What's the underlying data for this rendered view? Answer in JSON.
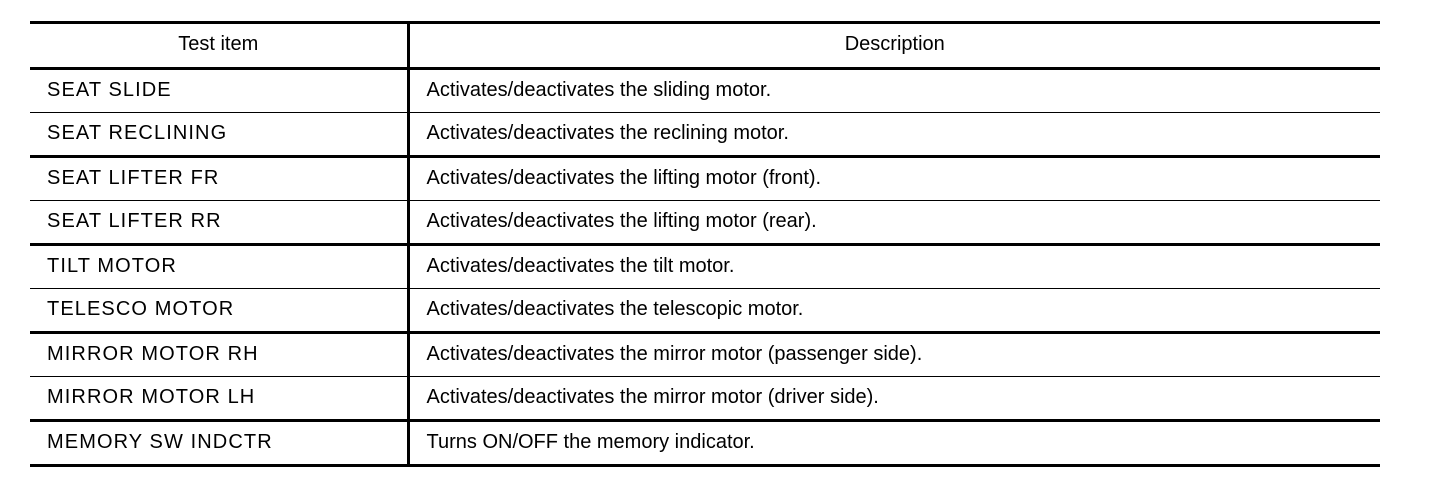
{
  "table": {
    "headers": {
      "item": "Test item",
      "description": "Description"
    },
    "rows": [
      {
        "item": "SEAT  SLIDE",
        "description": "Activates/deactivates the sliding motor.",
        "separator": "thin"
      },
      {
        "item": "SEAT  RECLINING",
        "description": "Activates/deactivates the reclining motor.",
        "separator": "thick"
      },
      {
        "item": "SEAT  LIFTER  FR",
        "description": "Activates/deactivates the lifting motor (front).",
        "separator": "thin"
      },
      {
        "item": "SEAT  LIFTER  RR",
        "description": "Activates/deactivates the lifting motor (rear).",
        "separator": "thick"
      },
      {
        "item": "TILT  MOTOR",
        "description": "Activates/deactivates the tilt motor.",
        "separator": "thin"
      },
      {
        "item": "TELESCO  MOTOR",
        "description": "Activates/deactivates the telescopic motor.",
        "separator": "thick"
      },
      {
        "item": "MIRROR  MOTOR  RH",
        "description": "Activates/deactivates the mirror motor (passenger side).",
        "separator": "thin"
      },
      {
        "item": "MIRROR  MOTOR  LH",
        "description": "Activates/deactivates the mirror motor (driver side).",
        "separator": "thick"
      },
      {
        "item": "MEMORY  SW  INDCTR",
        "description": "Turns ON/OFF the memory indicator.",
        "separator": "none"
      }
    ]
  },
  "colors": {
    "rule": "#000000",
    "text": "#000000",
    "background": "#ffffff"
  }
}
